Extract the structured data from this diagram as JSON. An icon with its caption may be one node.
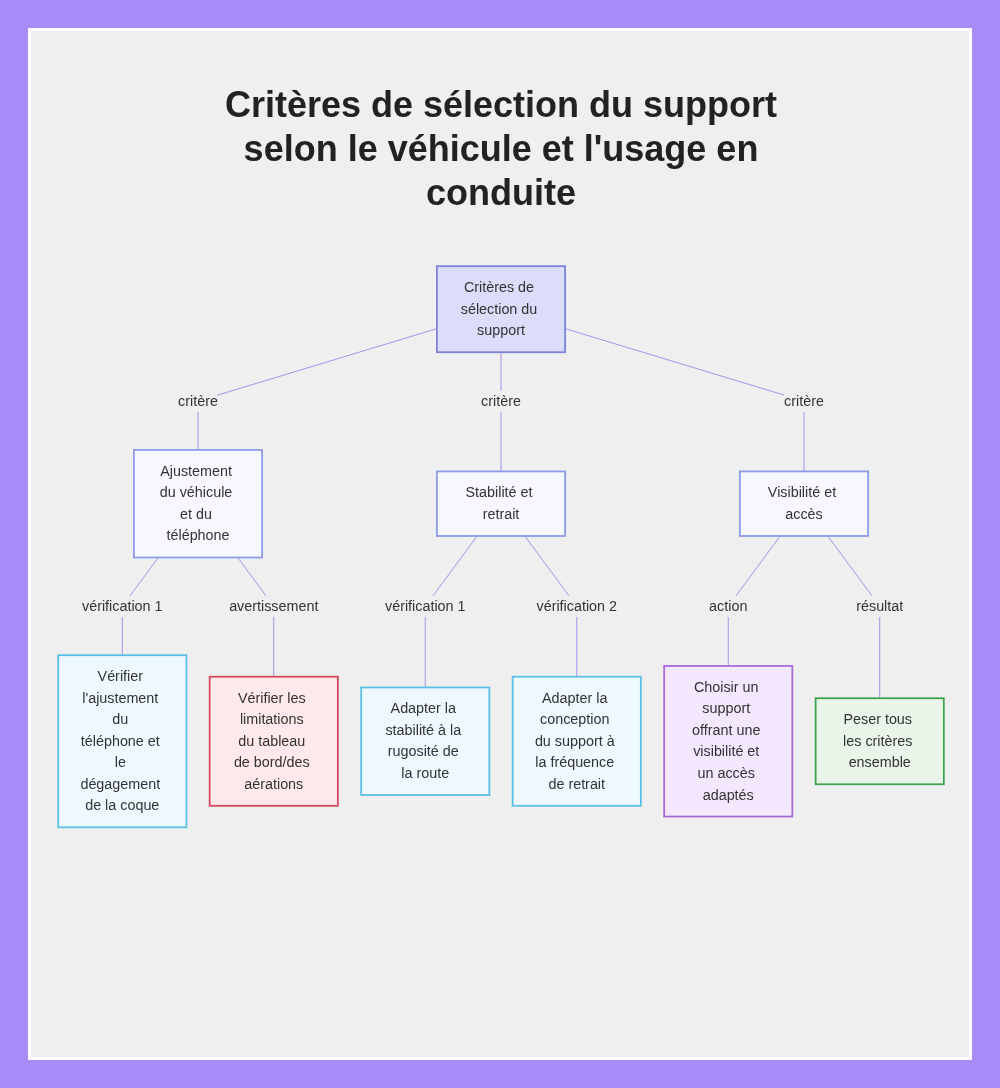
{
  "diagram": {
    "title": "Critères de sélection du support selon le véhicule et l'usage en conduite",
    "nodes": [
      {
        "text": [
          "Critères de sélection du support"
        ]
      },
      {
        "text": [
          "Ajustement du véhicule et du téléphone"
        ]
      },
      {
        "text": [
          "Stabilité et retrait"
        ]
      },
      {
        "text": [
          "Visibilité et accès"
        ]
      },
      {
        "text": [
          "Vérifier l'ajustement du téléphone et le dégagement de la coque"
        ]
      },
      {
        "text": [
          "Vérifier les limitations du tableau de bord/des aérations"
        ]
      },
      {
        "text": [
          "Adapter la stabilité à la rugosité de la route"
        ]
      },
      {
        "text": [
          "Adapter la conception du support à la fréquence de retrait"
        ]
      },
      {
        "text": [
          "Choisir un support offrant une visibilité et un accès adaptés"
        ]
      },
      {
        "text": [
          "Peser tous les critères ensemble"
        ]
      }
    ],
    "edges": [
      {
        "from": 0,
        "to": 1,
        "arrow": "none",
        "label": "critère"
      },
      {
        "from": 0,
        "to": 2,
        "arrow": "none",
        "label": "critère"
      },
      {
        "from": 0,
        "to": 3,
        "arrow": "none",
        "label": "critère"
      },
      {
        "from": 1,
        "to": 4,
        "arrow": "none",
        "label": "vérification 1"
      },
      {
        "from": 1,
        "to": 5,
        "arrow": "none",
        "label": "avertissement"
      },
      {
        "from": 2,
        "to": 6,
        "arrow": "none",
        "label": "vérification 1"
      },
      {
        "from": 2,
        "to": 7,
        "arrow": "none",
        "label": "vérification 2"
      },
      {
        "from": 3,
        "to": 8,
        "arrow": "none",
        "label": "action"
      },
      {
        "from": 3,
        "to": 9,
        "arrow": "none",
        "label": "résultat"
      }
    ]
  }
}
